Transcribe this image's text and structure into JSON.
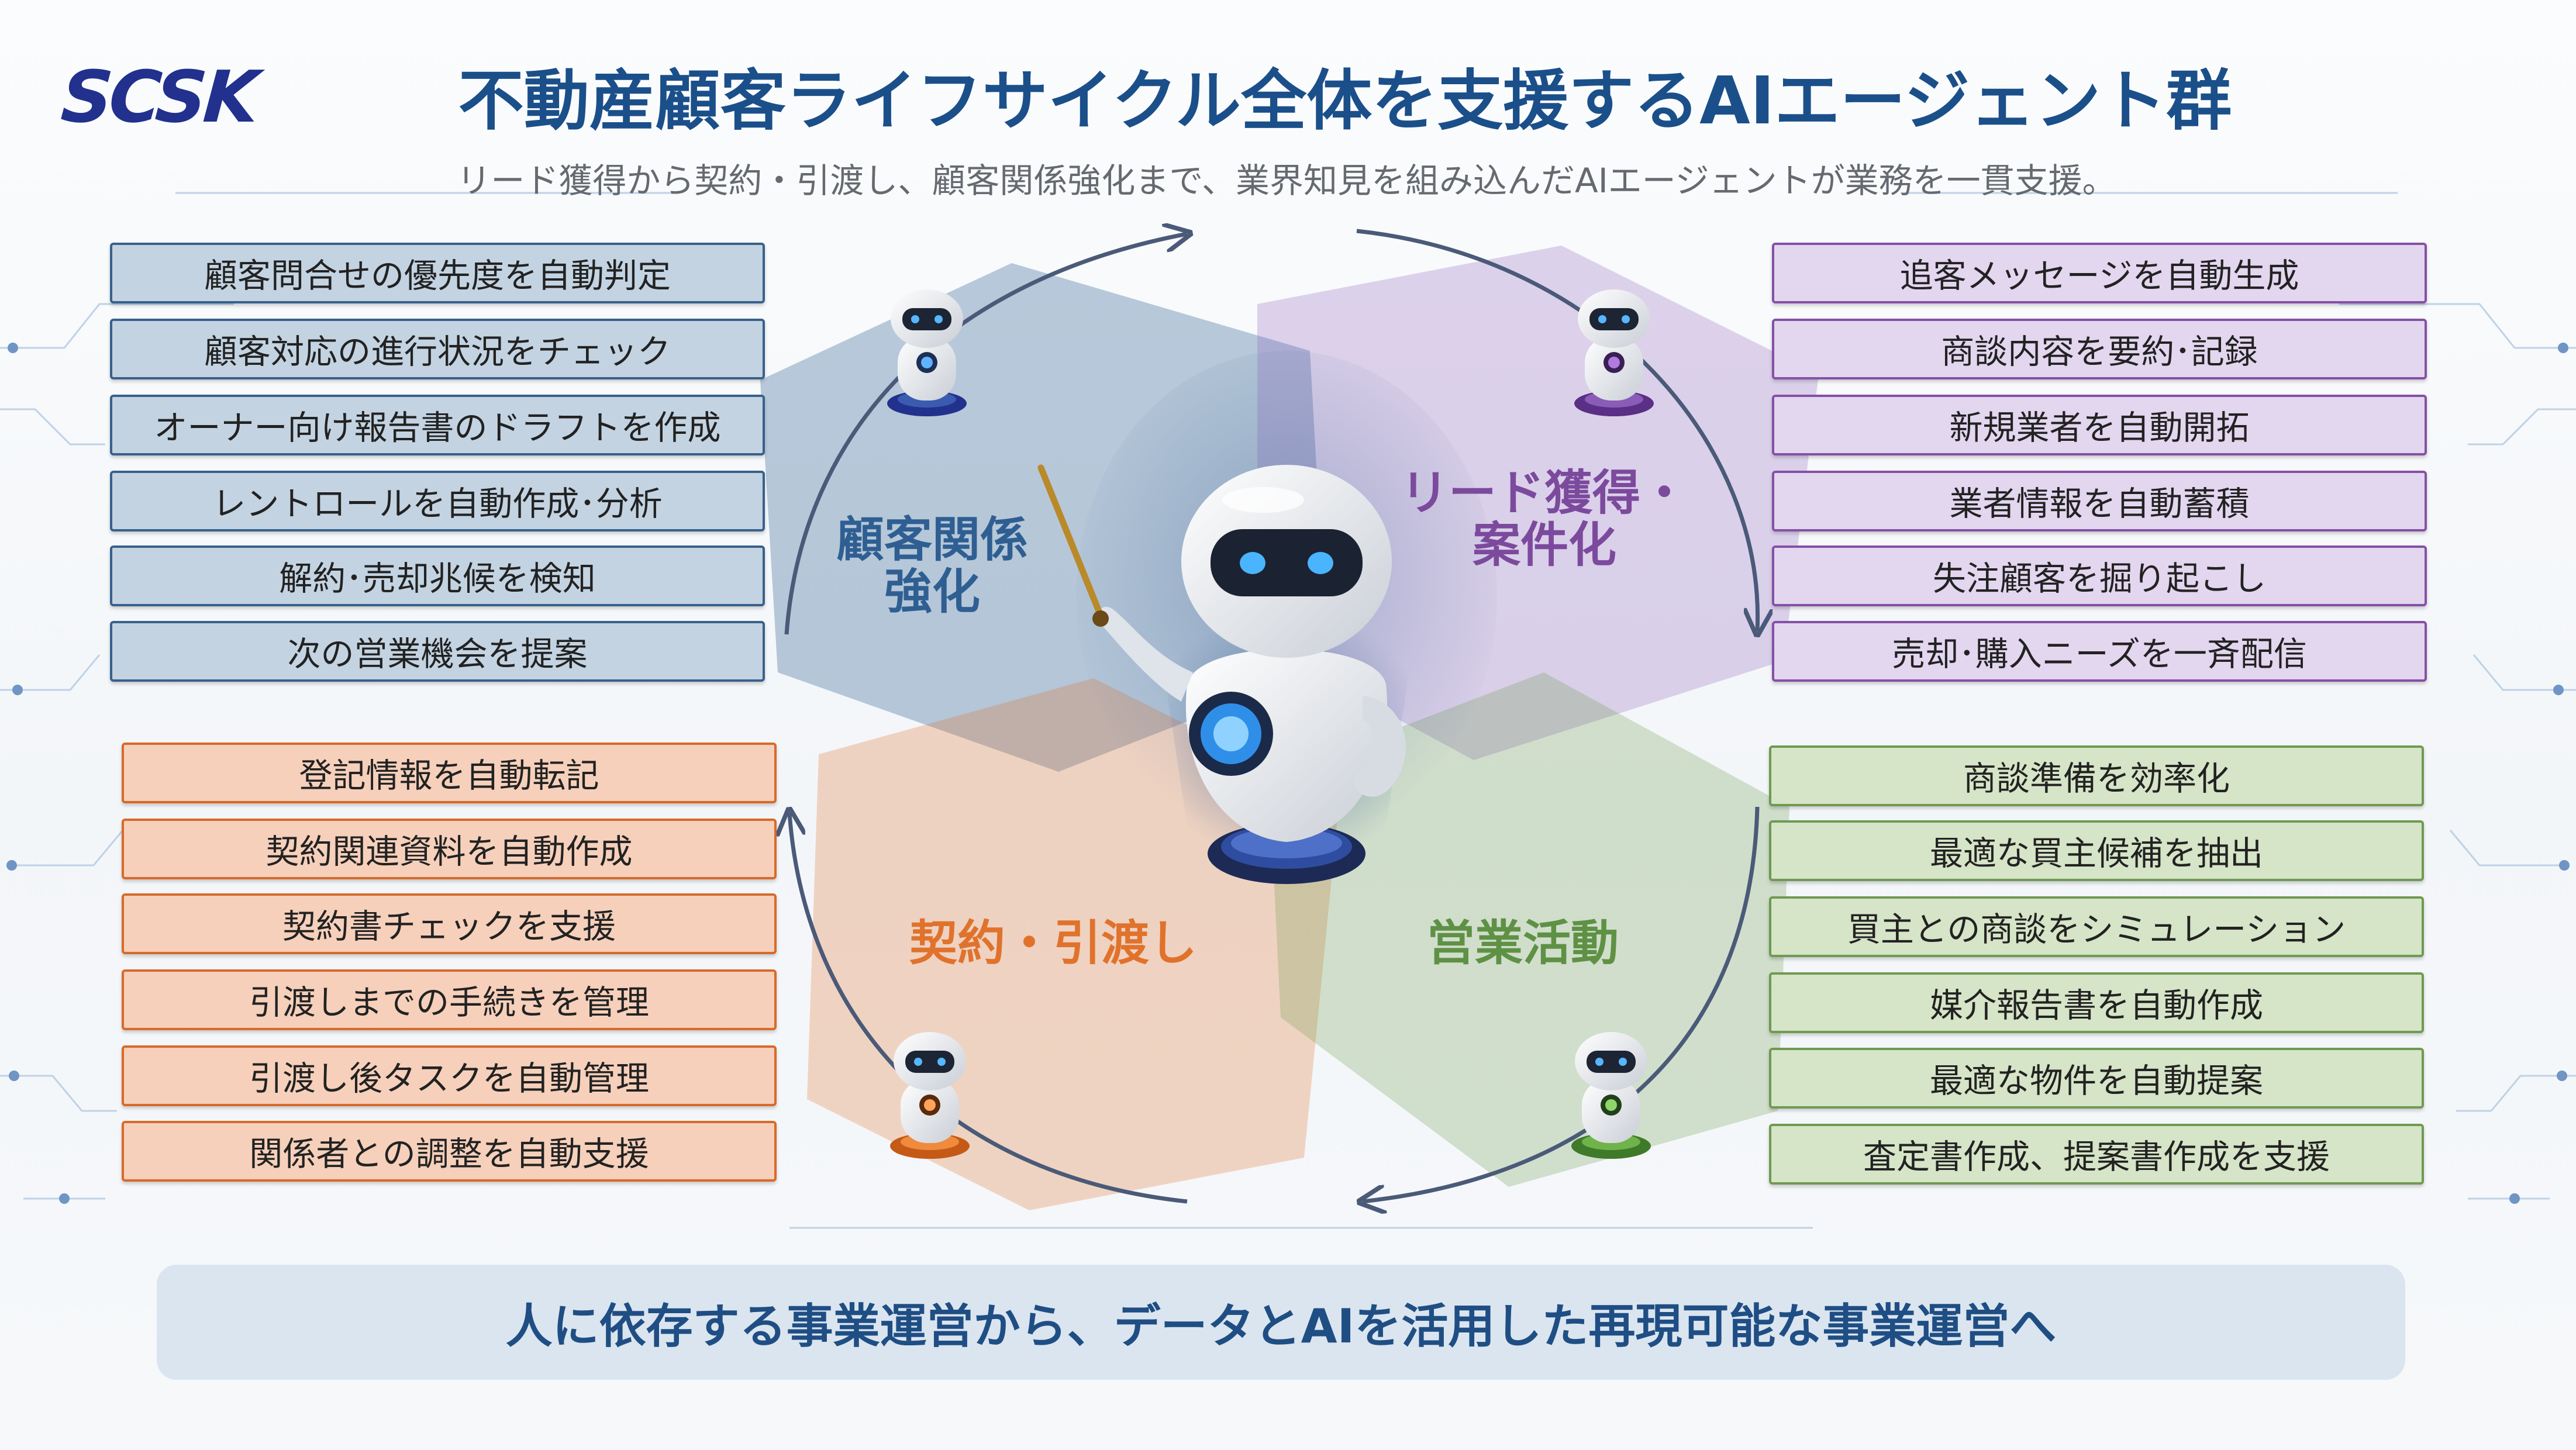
{
  "header": {
    "logo_text": "SCSK",
    "title": "不動産顧客ライフサイクル全体を支援するAIエージェント群",
    "subtitle": "リード獲得から契約・引渡し、顧客関係強化まで、業界知見を組み込んだAIエージェントが業務を一貫支援。"
  },
  "quadrants": {
    "customer": {
      "label_lines": [
        "顧客関係",
        "強化"
      ],
      "color": "#2f5f92",
      "items": [
        "顧客問合せの優先度を自動判定",
        "顧客対応の進行状況をチェック",
        "オーナー向け報告書のドラフトを作成",
        "レントロールを自動作成･分析",
        "解約･売却兆候を検知",
        "次の営業機会を提案"
      ]
    },
    "lead": {
      "label_lines": [
        "リード獲得・",
        "案件化"
      ],
      "color": "#7c4a9d",
      "items": [
        "追客メッセージを自動生成",
        "商談内容を要約･記録",
        "新規業者を自動開拓",
        "業者情報を自動蓄積",
        "失注顧客を掘り起こし",
        "売却･購入ニーズを一斉配信"
      ]
    },
    "contract": {
      "label_lines": [
        "契約・引渡し"
      ],
      "color": "#e0722c",
      "items": [
        "登記情報を自動転記",
        "契約関連資料を自動作成",
        "契約書チェックを支援",
        "引渡しまでの手続きを管理",
        "引渡し後タスクを自動管理",
        "関係者との調整を自動支援"
      ]
    },
    "sales": {
      "label_lines": [
        "営業活動"
      ],
      "color": "#5f9145",
      "items": [
        "商談準備を効率化",
        "最適な買主候補を抽出",
        "買主との商談をシミュレーション",
        "媒介報告書を自動作成",
        "最適な物件を自動提案",
        "査定書作成、提案書作成を支援"
      ]
    }
  },
  "colors": {
    "blue_border": "#38618c",
    "purple_border": "#8550a6",
    "orange_border": "#d86a2a",
    "green_border": "#6f9a52"
  },
  "footer": {
    "message": "人に依存する事業運営から、データとAIを活用した再現可能な事業運営へ"
  }
}
